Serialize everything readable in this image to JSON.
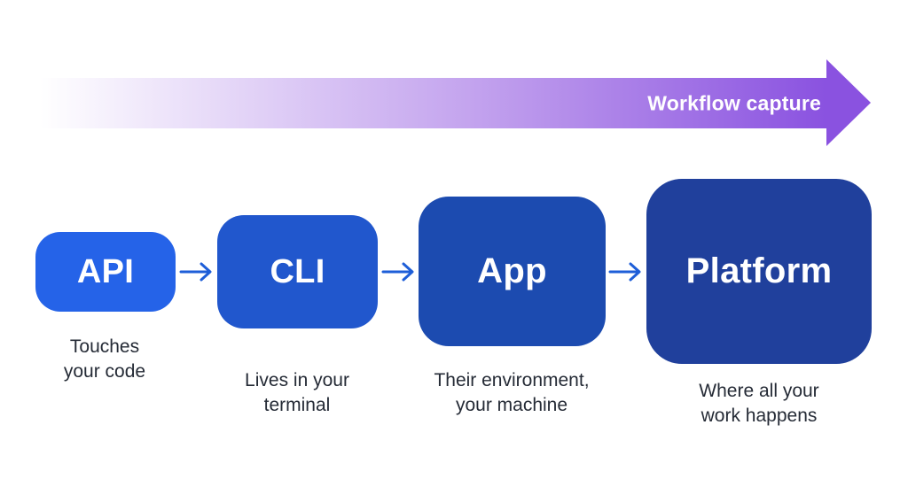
{
  "background_color": "#ffffff",
  "banner": {
    "label": "Workflow capture",
    "label_color": "#ffffff",
    "gradient_start": "#ffffff",
    "gradient_mid": "#c3a3ee",
    "gradient_end": "#8a52e0"
  },
  "flow": {
    "connector_color": "#1e5ed8",
    "caption_color": "#252b36",
    "box_label_color": "#ffffff",
    "nodes": [
      {
        "id": "api",
        "label": "API",
        "caption_line1": "Touches",
        "caption_line2": "your code",
        "color": "#2563e8"
      },
      {
        "id": "cli",
        "label": "CLI",
        "caption_line1": "Lives in your",
        "caption_line2": "terminal",
        "color": "#2157cd"
      },
      {
        "id": "app",
        "label": "App",
        "caption_line1": "Their environment,",
        "caption_line2": "your machine",
        "color": "#1c4bb0"
      },
      {
        "id": "platform",
        "label": "Platform",
        "caption_line1": "Where all your",
        "caption_line2": "work happens",
        "color": "#20409c"
      }
    ]
  }
}
